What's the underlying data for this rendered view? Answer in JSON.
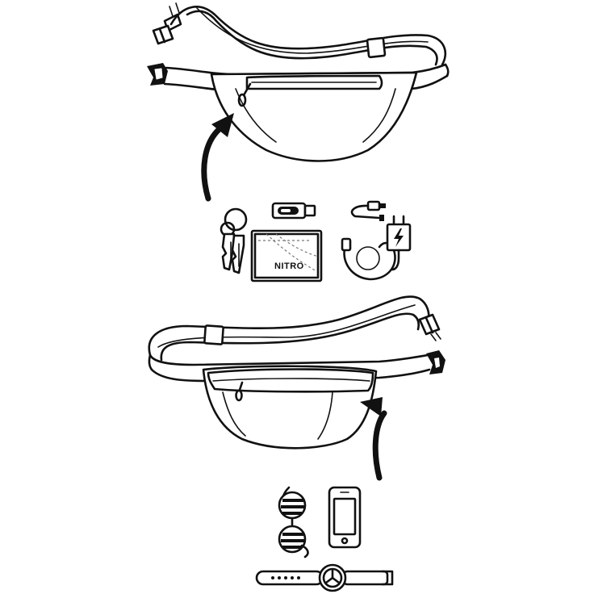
{
  "illustration": {
    "top_bag": {
      "contents": [
        "keys",
        "usb-stick",
        "wallet",
        "charging-cable",
        "charger"
      ]
    },
    "bottom_bag": {
      "contents": [
        "sunglasses",
        "smartphone",
        "wristwatch"
      ]
    },
    "wallet_brand": "NITRO",
    "line_color": "#111111",
    "background_color": "#ffffff"
  }
}
